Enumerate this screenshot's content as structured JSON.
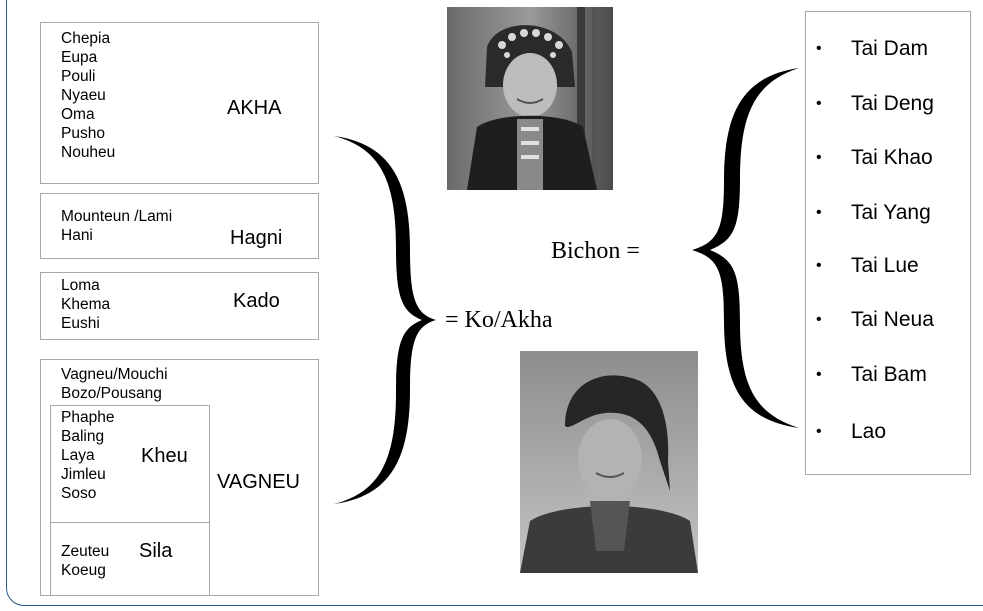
{
  "groups": {
    "akha": {
      "members": [
        "Chepia",
        "Eupa",
        "Pouli",
        "Nyaeu",
        "Oma",
        "Pusho",
        "Nouheu"
      ],
      "label": "AKHA"
    },
    "hagni": {
      "members": [
        "Mounteun /Lami",
        "Hani"
      ],
      "label": "Hagni"
    },
    "kado": {
      "members": [
        "Loma",
        "Khema",
        "Eushi"
      ],
      "label": "Kado"
    },
    "vagneu": {
      "members": [
        "Vagneu/Mouchi",
        "Bozo/Pousang"
      ],
      "label": "VAGNEU",
      "kheu": {
        "members": [
          "Phaphe",
          "Baling",
          "Laya",
          "Jimleu",
          "Soso"
        ],
        "label": "Kheu"
      },
      "sila": {
        "members": [
          "Zeuteu",
          "Koeug"
        ],
        "label": "Sila"
      }
    }
  },
  "ko_akha_label": "= Ko/Akha",
  "bichon_label": "Bichon =",
  "tai_list": [
    "Tai Dam",
    "Tai Deng",
    "Tai Khao",
    "Tai Yang",
    "Tai Lue",
    "Tai Neua",
    "Tai Bam",
    "Lao"
  ],
  "bullet_glyph": "•",
  "colors": {
    "frame": "#2f5b8c",
    "box_border": "#a8a8a8"
  }
}
